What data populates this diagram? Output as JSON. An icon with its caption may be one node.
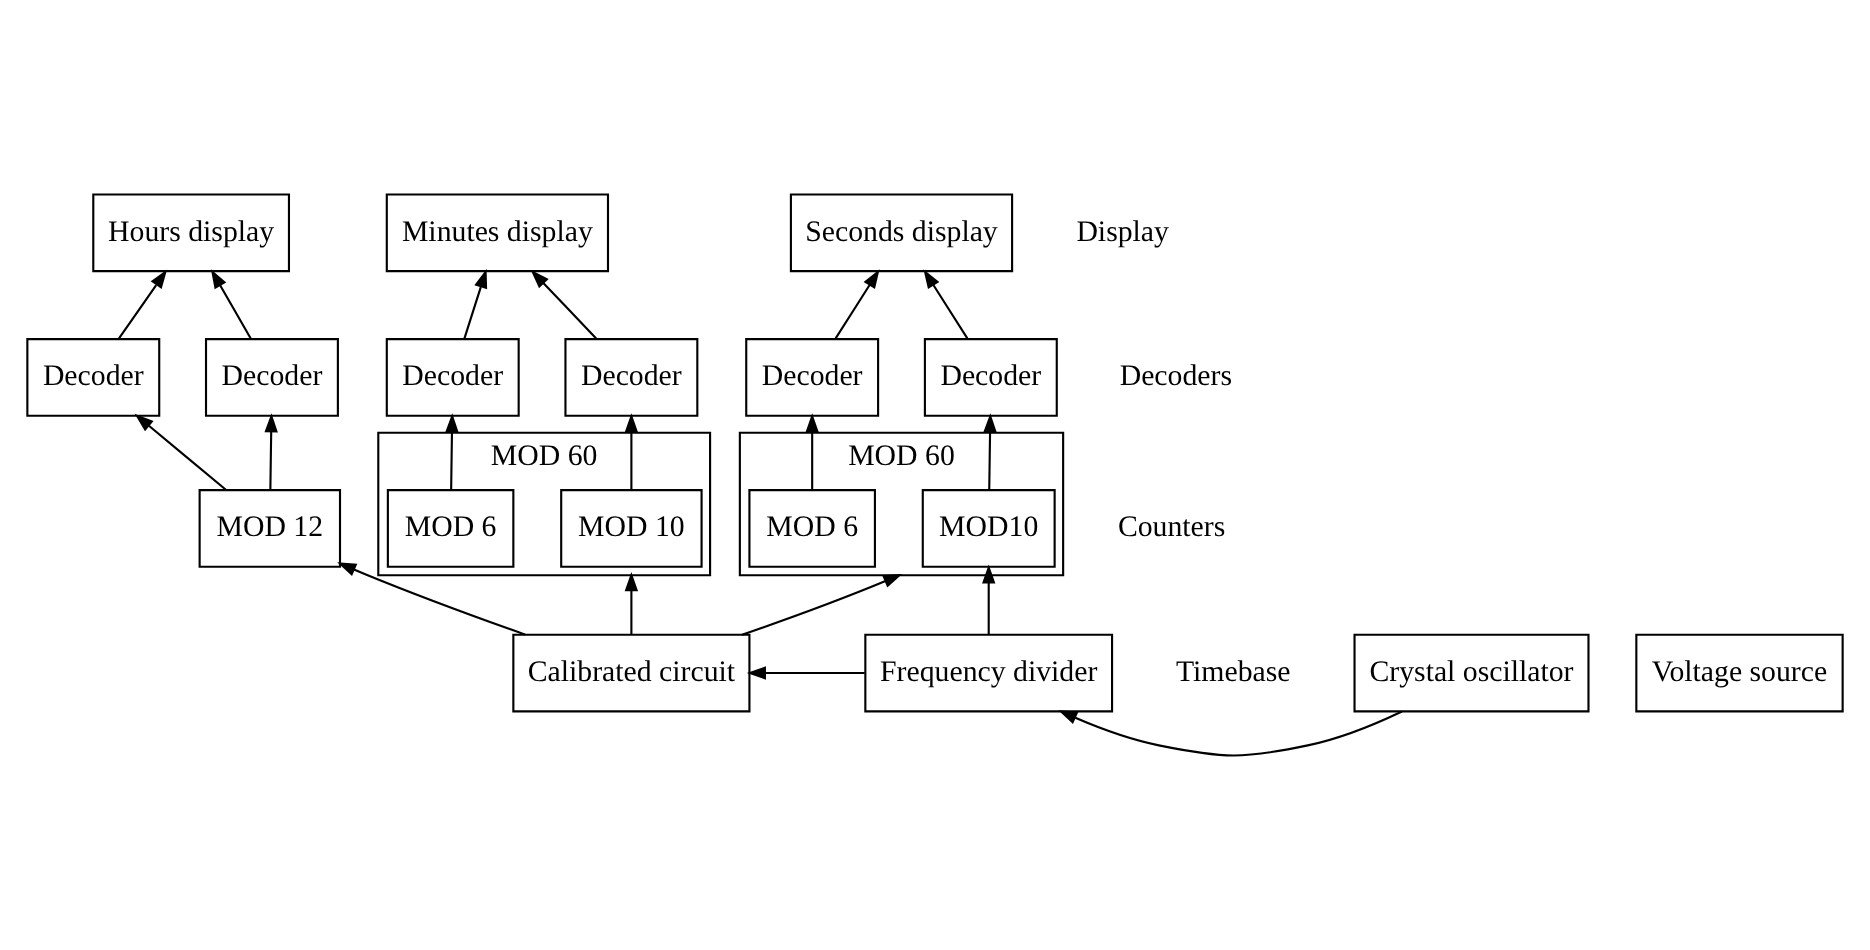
{
  "diagram": {
    "nodes": [
      {
        "text": [
          "Hours display"
        ]
      },
      {
        "text": [
          "Minutes display"
        ]
      },
      {
        "text": [
          "Seconds display"
        ]
      },
      {
        "text": [
          "Decoder"
        ]
      },
      {
        "text": [
          "Decoder"
        ]
      },
      {
        "text": [
          "Decoder"
        ]
      },
      {
        "text": [
          "Decoder"
        ]
      },
      {
        "text": [
          "Decoder"
        ]
      },
      {
        "text": [
          "Decoder"
        ]
      },
      {
        "text": [
          "MOD 12"
        ]
      },
      {
        "text": [
          "MOD 60"
        ]
      },
      {
        "text": [
          "MOD 6"
        ],
        "in": 10
      },
      {
        "text": [
          "MOD 10"
        ],
        "in": 10
      },
      {
        "text": [
          "MOD 60"
        ]
      },
      {
        "text": [
          "MOD 6"
        ],
        "in": 13
      },
      {
        "text": [
          "MOD10"
        ],
        "in": 13
      },
      {
        "text": [
          "Voltage source"
        ]
      },
      {
        "text": [
          "Calibrated circuit"
        ]
      },
      {
        "text": [
          "Crystal oscillator"
        ]
      },
      {
        "text": [
          "Frequency divider"
        ]
      }
    ],
    "edges": [
      {
        "from": 3,
        "to": 0,
        "arrow": "to"
      },
      {
        "from": 4,
        "to": 0,
        "arrow": "to"
      },
      {
        "from": 5,
        "to": 1,
        "arrow": "to"
      },
      {
        "from": 6,
        "to": 1,
        "arrow": "to"
      },
      {
        "from": 7,
        "to": 2,
        "arrow": "to"
      },
      {
        "from": 8,
        "to": 2,
        "arrow": "to"
      },
      {
        "from": 9,
        "to": 3,
        "arrow": "to"
      },
      {
        "from": 9,
        "to": 4,
        "arrow": "to"
      },
      {
        "from": 11,
        "to": 5,
        "arrow": "to"
      },
      {
        "from": 12,
        "to": 6,
        "arrow": "to"
      },
      {
        "from": 14,
        "to": 7,
        "arrow": "to"
      },
      {
        "from": 15,
        "to": 8,
        "arrow": "to"
      },
      {
        "from": 17,
        "to": 9,
        "arrow": "to"
      },
      {
        "from": 17,
        "to": 10,
        "arrow": "to"
      },
      {
        "from": 17,
        "to": 13,
        "arrow": "to"
      },
      {
        "from": 18,
        "to": 19,
        "arrow": "to"
      },
      {
        "from": 19,
        "to": 15,
        "arrow": "to"
      },
      {
        "from": 19,
        "to": 17,
        "arrow": "to"
      }
    ],
    "labels": [
      "Display",
      "Decoders",
      "Counters",
      "Timebase"
    ]
  }
}
